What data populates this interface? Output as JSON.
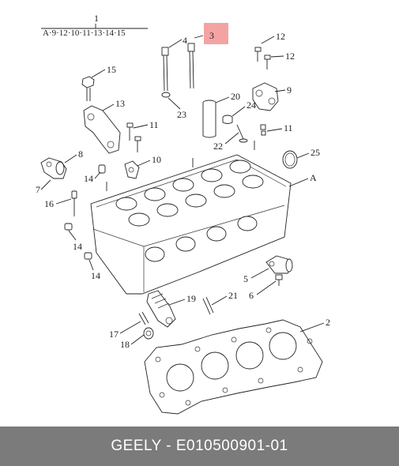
{
  "header": {
    "assembly_number": "1",
    "assembly_contents": "A·9·12·10·11·13·14·15"
  },
  "callouts": {
    "c2": "2",
    "c3": "3",
    "c4": "4",
    "c5": "5",
    "c6": "6",
    "c7": "7",
    "c8": "8",
    "c9": "9",
    "c10": "10",
    "c11a": "11",
    "c11b": "11",
    "c12a": "12",
    "c12b": "12",
    "c13": "13",
    "c14a": "14",
    "c14b": "14",
    "c14c": "14",
    "c15": "15",
    "c16": "16",
    "c17": "17",
    "c18": "18",
    "c19": "19",
    "c20": "20",
    "c21": "21",
    "c22": "22",
    "c23": "23",
    "c24": "24",
    "c25": "25",
    "cA": "A"
  },
  "highlight": {
    "callout": "3",
    "color": "#f4a3a3"
  },
  "footer": {
    "text": "GEELY - E010500901-01",
    "background": "#7b7b7b"
  }
}
